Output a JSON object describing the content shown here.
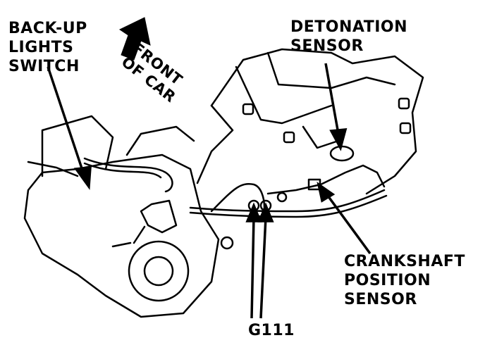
{
  "labels": {
    "backup_switch": [
      "BACK-UP",
      "LIGHTS",
      "SWITCH"
    ],
    "front_of_car": [
      "FRONT",
      "OF CAR"
    ],
    "detonation_sensor": [
      "DETONATION",
      "SENSOR"
    ],
    "crankshaft_sensor": [
      "CRANKSHAFT",
      "POSITION",
      "SENSOR"
    ],
    "ground": "G111"
  },
  "colors": {
    "ink": "#000000",
    "paper": "#ffffff"
  }
}
